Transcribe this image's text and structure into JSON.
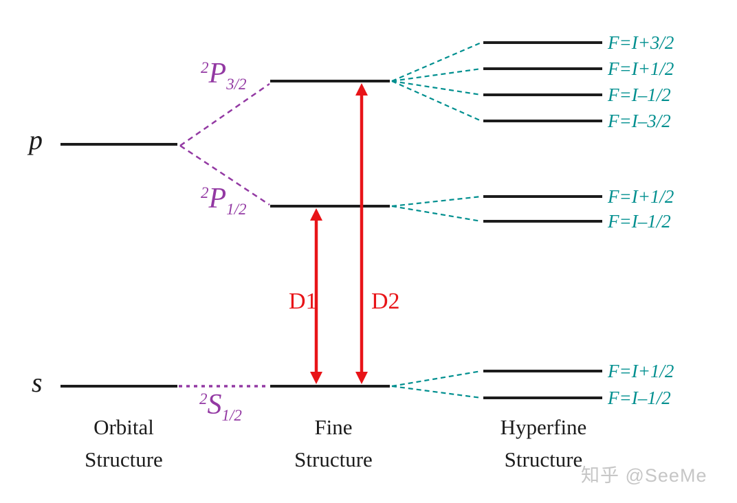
{
  "colors": {
    "level_line": "#1c1c1c",
    "purple": "#9339a3",
    "red": "#e81418",
    "teal": "#008f8f",
    "watermark_gray": "#c6c6c6"
  },
  "orbital": {
    "p_label": "p",
    "s_label": "s"
  },
  "terms": {
    "p32": {
      "sup": "2",
      "letter": "P",
      "sub": "3/2"
    },
    "p12": {
      "sup": "2",
      "letter": "P",
      "sub": "1/2"
    },
    "s12": {
      "sup": "2",
      "letter": "S",
      "sub": "1/2"
    }
  },
  "transitions": {
    "d1": "D1",
    "d2": "D2"
  },
  "hyperfine": {
    "p32": [
      "F=I+3/2",
      "F=I+1/2",
      "F=I–1/2",
      "F=I–3/2"
    ],
    "p12": [
      "F=I+1/2",
      "F=I–1/2"
    ],
    "s12": [
      "F=I+1/2",
      "F=I–1/2"
    ]
  },
  "captions": {
    "orbital": {
      "line1": "Orbital",
      "line2": "Structure"
    },
    "fine": {
      "line1": "Fine",
      "line2": "Structure"
    },
    "hyperfine": {
      "line1": "Hyperfine",
      "line2": "Structure"
    }
  },
  "watermark": "知乎 @SeeMe"
}
